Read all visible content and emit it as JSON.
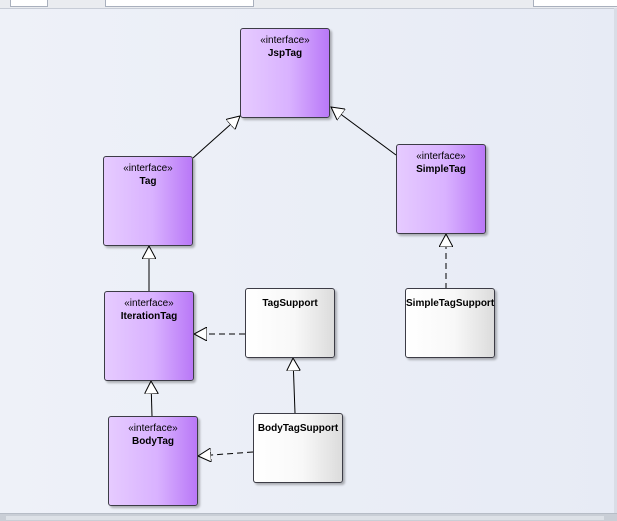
{
  "diagram": {
    "nodes": {
      "jsptag": {
        "stereotype": "«interface»",
        "name": "JspTag"
      },
      "tag": {
        "stereotype": "«interface»",
        "name": "Tag"
      },
      "simpletag": {
        "stereotype": "«interface»",
        "name": "SimpleTag"
      },
      "iterationtag": {
        "stereotype": "«interface»",
        "name": "IterationTag"
      },
      "tagsupport": {
        "name": "TagSupport"
      },
      "simpletagsupport": {
        "name": "SimpleTagSupport"
      },
      "bodytag": {
        "stereotype": "«interface»",
        "name": "BodyTag"
      },
      "bodytagsupport": {
        "name": "BodyTagSupport"
      }
    },
    "relations": [
      {
        "from": "Tag",
        "to": "JspTag",
        "kind": "generalization"
      },
      {
        "from": "SimpleTag",
        "to": "JspTag",
        "kind": "generalization"
      },
      {
        "from": "IterationTag",
        "to": "Tag",
        "kind": "generalization"
      },
      {
        "from": "BodyTag",
        "to": "IterationTag",
        "kind": "generalization"
      },
      {
        "from": "BodyTagSupport",
        "to": "TagSupport",
        "kind": "generalization"
      },
      {
        "from": "TagSupport",
        "to": "IterationTag",
        "kind": "realization"
      },
      {
        "from": "SimpleTagSupport",
        "to": "SimpleTag",
        "kind": "realization"
      },
      {
        "from": "BodyTagSupport",
        "to": "BodyTag",
        "kind": "realization"
      }
    ],
    "colors": {
      "interface_fill_light": "#e6cbff",
      "interface_fill_dark": "#b978f7",
      "class_fill_light": "#ffffff",
      "class_fill_dark": "#dcdcdc",
      "border": "#3c3c46",
      "canvas": "#eef1f8"
    }
  }
}
